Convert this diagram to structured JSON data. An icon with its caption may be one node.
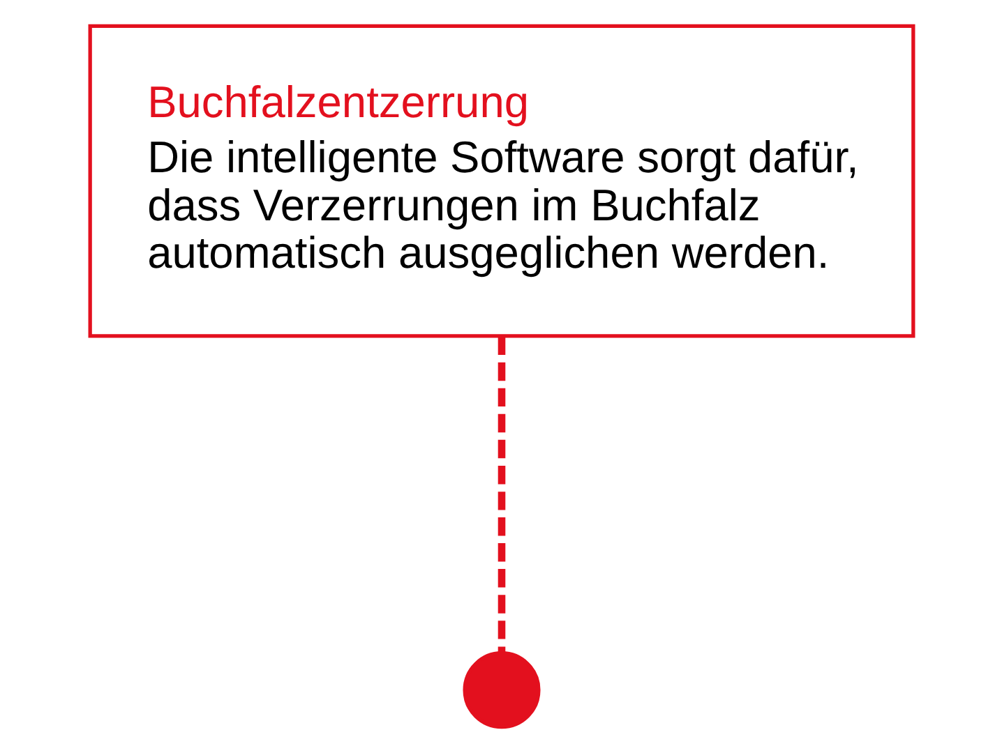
{
  "diagram": {
    "nodes": [
      {
        "text": [
          "Buchfalzentzerrung",
          "Die intelligente Software sorgt dafür, dass Verzerrungen im Buchfalz automatisch ausgeglichen werden."
        ]
      },
      {
        "text": [],
        "shape": "circle"
      }
    ],
    "edges": [
      {
        "from": 0,
        "to": 1,
        "arrow": "none",
        "style": "dashed"
      }
    ]
  }
}
